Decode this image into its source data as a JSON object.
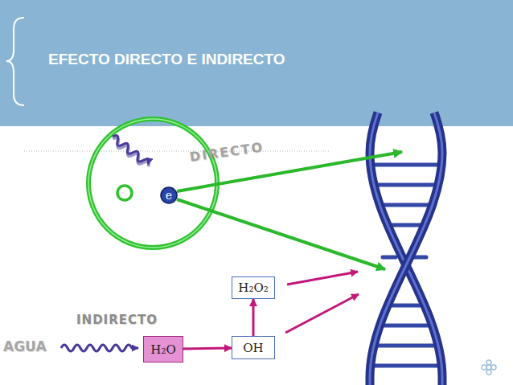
{
  "diagram": {
    "title": "EFECTO DIRECTO E INDIRECTO",
    "nodes": [
      {
        "text": [
          "e"
        ]
      },
      {
        "text": [
          "H₂O₂"
        ]
      },
      {
        "text": [
          "H₂O"
        ]
      },
      {
        "text": [
          "OH"
        ]
      }
    ],
    "edges": [
      {
        "from": 2,
        "to": 3,
        "arrow": "to"
      },
      {
        "from": 3,
        "to": 1,
        "arrow": "to"
      }
    ],
    "labels": [
      "DIRECTO",
      "INDIRECTO",
      "AGUA"
    ]
  }
}
